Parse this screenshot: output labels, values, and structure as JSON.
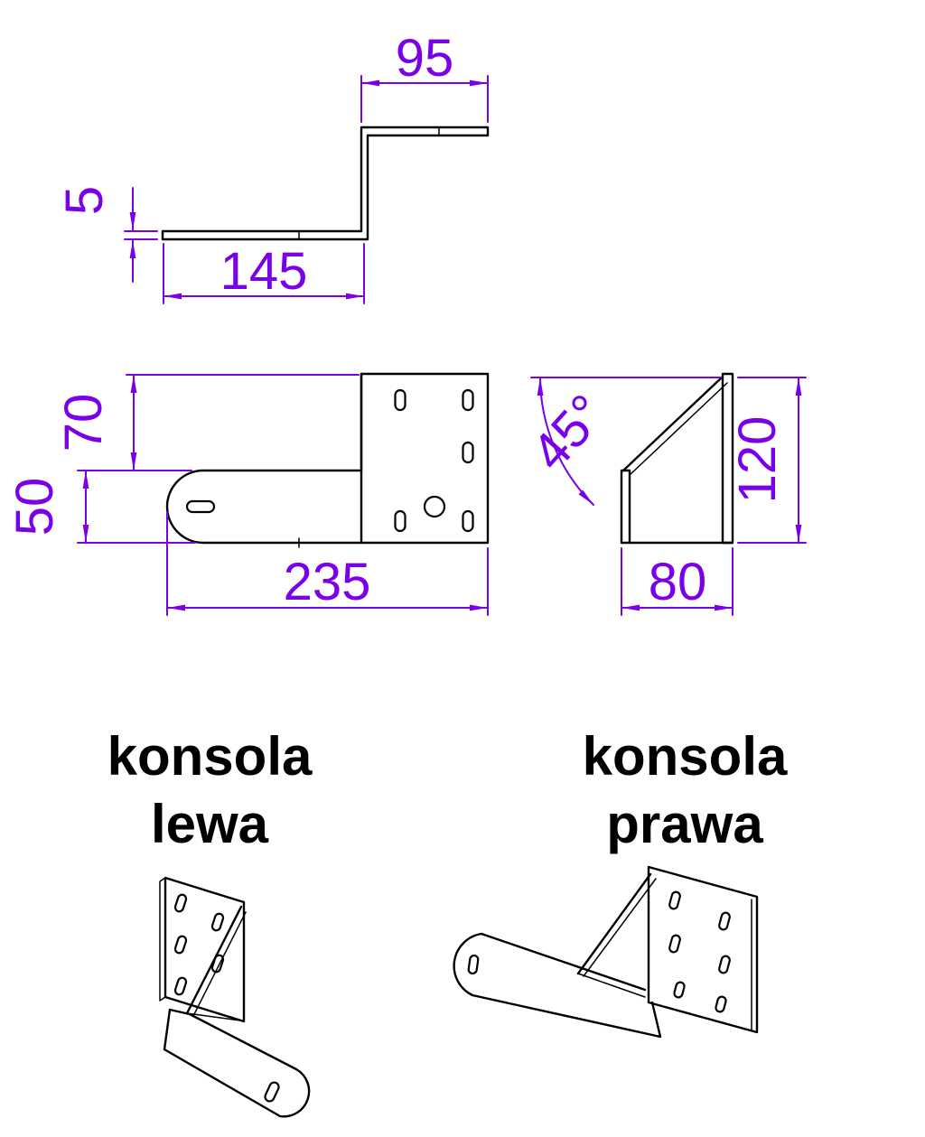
{
  "colors": {
    "line": "#000000",
    "dimension": "#7A00E8",
    "background": "#FFFFFF"
  },
  "views": {
    "profile": {
      "top_width": "95",
      "thickness": "5",
      "bottom_width": "145"
    },
    "plan": {
      "plate_depth": "70",
      "arm_width": "50",
      "total_length": "235"
    },
    "end": {
      "gusset_angle": "45°",
      "height": "120",
      "base_width": "80"
    }
  },
  "labels": {
    "left": {
      "line1": "konsola",
      "line2": "lewa"
    },
    "right": {
      "line1": "konsola",
      "line2": "prawa"
    }
  }
}
